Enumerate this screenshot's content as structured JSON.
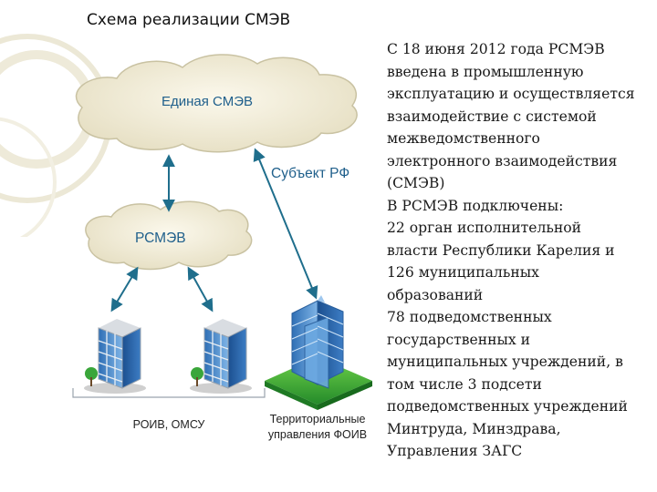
{
  "title": "Схема реализации СМЭВ",
  "diagram": {
    "cloud_top_label": "Единая СМЭВ",
    "subject_label": "Субъект РФ",
    "cloud_regional_label": "РСМЭВ",
    "caption_left": "РОИВ, ОМСУ",
    "caption_right_line1": "Территориальные",
    "caption_right_line2": "управления ФОИВ"
  },
  "side_text": {
    "paragraph1": "С 18 июня 2012 года РСМЭВ\nвведена в промышленную\nэксплуатацию и осуществляется\nвзаимодействие с системой\nмежведомственного\nэлектронного взаимодействия\n(СМЭВ)",
    "paragraph2": "В РСМЭВ подключены:\n22 орган исполнительной\nвласти Республики Карелия и\n126 муниципальных\nобразований\n78 подведомственных\nгосударственных и\nмуниципальных учреждений, в\nтом числе 3 подсети\nподведомственных учреждений\nМинтруда, Минздрава,\nУправления ЗАГС"
  },
  "colors": {
    "cloud_fill": "#f3eed8",
    "cloud_edge": "#c9c2a2",
    "arrow": "#1f6e8c",
    "building_blue": "#4f8fd0",
    "grass": "#3aa63a",
    "label_blue": "#1f5f8b"
  }
}
